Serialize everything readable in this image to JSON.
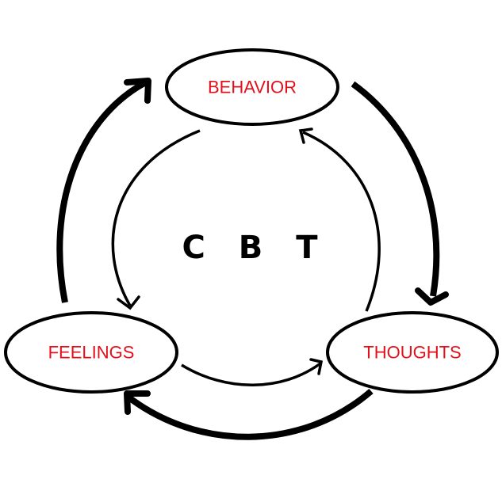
{
  "title": "CBT",
  "nodes": {
    "behavior": {
      "label": "BEHAVIOR"
    },
    "thoughts": {
      "label": "THOUGHTS"
    },
    "feelings": {
      "label": "FEELINGS"
    }
  },
  "colors": {
    "node_text": "#e3101b",
    "center_text": "#000000",
    "lines": "#000000",
    "background": "#ffffff"
  },
  "edges": {
    "outer_cycle": [
      {
        "from": "BEHAVIOR",
        "to": "THOUGHTS",
        "style": "thick"
      },
      {
        "from": "THOUGHTS",
        "to": "FEELINGS",
        "style": "thick"
      },
      {
        "from": "FEELINGS",
        "to": "BEHAVIOR",
        "style": "thick"
      }
    ],
    "inner_cycle": [
      {
        "from": "BEHAVIOR",
        "to": "FEELINGS",
        "style": "thin"
      },
      {
        "from": "FEELINGS",
        "to": "THOUGHTS",
        "style": "thin"
      },
      {
        "from": "THOUGHTS",
        "to": "BEHAVIOR",
        "style": "thin"
      }
    ]
  }
}
